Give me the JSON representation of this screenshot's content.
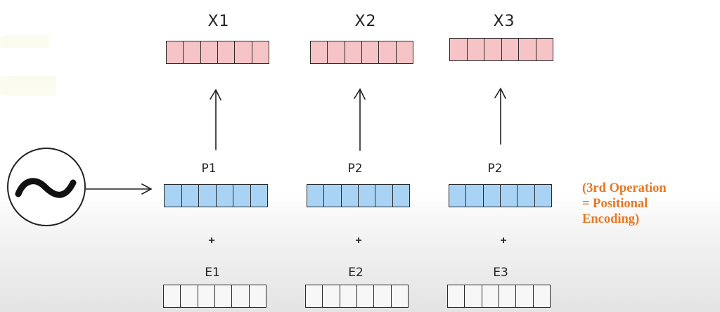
{
  "columns": [
    {
      "x_label": "X1",
      "p_label": "P1",
      "e_label": "E1",
      "plus": "+"
    },
    {
      "x_label": "X2",
      "p_label": "P2",
      "e_label": "E2",
      "plus": "+"
    },
    {
      "x_label": "X3",
      "p_label": "P2",
      "e_label": "E3",
      "plus": "+"
    }
  ],
  "vector_cells": 6,
  "colors": {
    "x_vector": "#f6c4c6",
    "p_vector": "#a9d3f4",
    "e_vector": "#f7f7f7",
    "note_text": "#e87722"
  },
  "note": {
    "line1": "(3rd Operation",
    "line2": "= Positional",
    "line3": "Encoding)"
  },
  "icons": {
    "sine": "sine-wave-icon"
  }
}
